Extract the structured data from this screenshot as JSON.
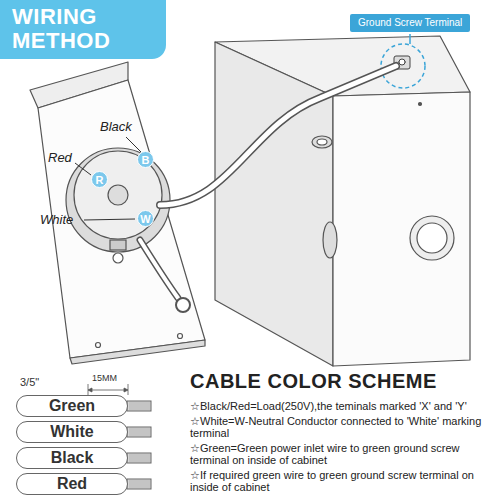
{
  "diagram": {
    "title": "WIRING METHOD",
    "nodes": [
      {
        "text": [
          "Ground Screw Terminal"
        ]
      },
      {
        "text": [
          "B"
        ]
      },
      {
        "text": [
          "R"
        ]
      },
      {
        "text": [
          "W"
        ]
      },
      {
        "text": [
          "Green"
        ]
      },
      {
        "text": [
          "White"
        ]
      },
      {
        "text": [
          "Black"
        ]
      },
      {
        "text": [
          "Red"
        ]
      }
    ],
    "labels": [
      "Black",
      "Red",
      "White",
      "3/5\"",
      "15MM",
      "CABLE COLOR SCHEME",
      "☆Black/Red=Load(250V),the teminals marked 'X' and 'Y'",
      "☆White=W-Neutral Conductor connected to 'White' marking terminal",
      "☆Green=Green power inlet wire to green ground screw terminal on inside of cabinet",
      "☆If required green wire to green ground screw terminal on inside of cabinet"
    ]
  }
}
